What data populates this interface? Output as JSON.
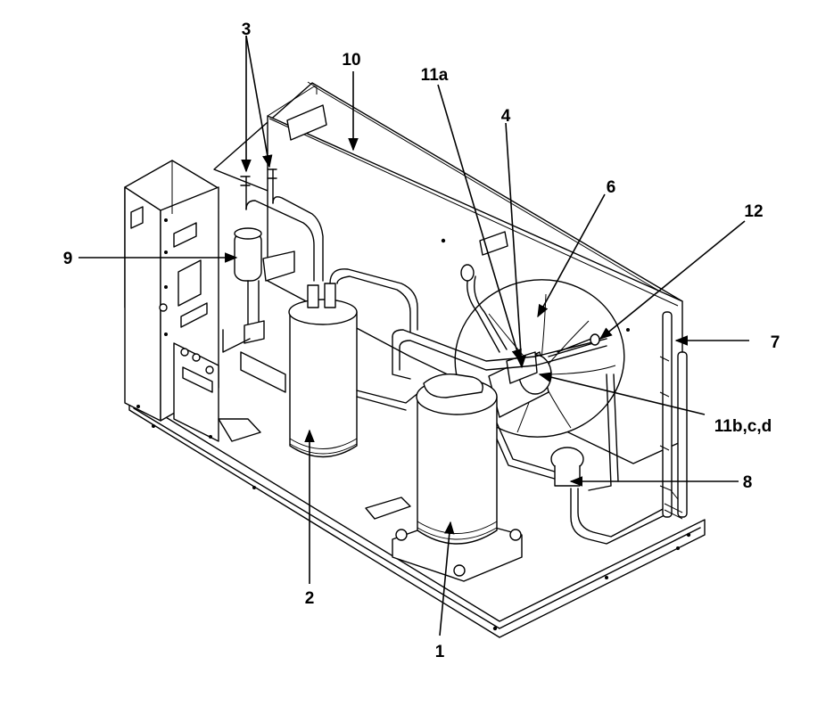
{
  "diagram": {
    "callouts": [
      {
        "id": "1",
        "text": "1"
      },
      {
        "id": "2",
        "text": "2"
      },
      {
        "id": "3",
        "text": "3"
      },
      {
        "id": "4",
        "text": "4"
      },
      {
        "id": "6",
        "text": "6"
      },
      {
        "id": "7",
        "text": "7"
      },
      {
        "id": "8",
        "text": "8"
      },
      {
        "id": "9",
        "text": "9"
      },
      {
        "id": "10",
        "text": "10"
      },
      {
        "id": "11a",
        "text": "11a"
      },
      {
        "id": "11bcd",
        "text": "11b,c,d"
      },
      {
        "id": "12",
        "text": "12"
      }
    ]
  }
}
